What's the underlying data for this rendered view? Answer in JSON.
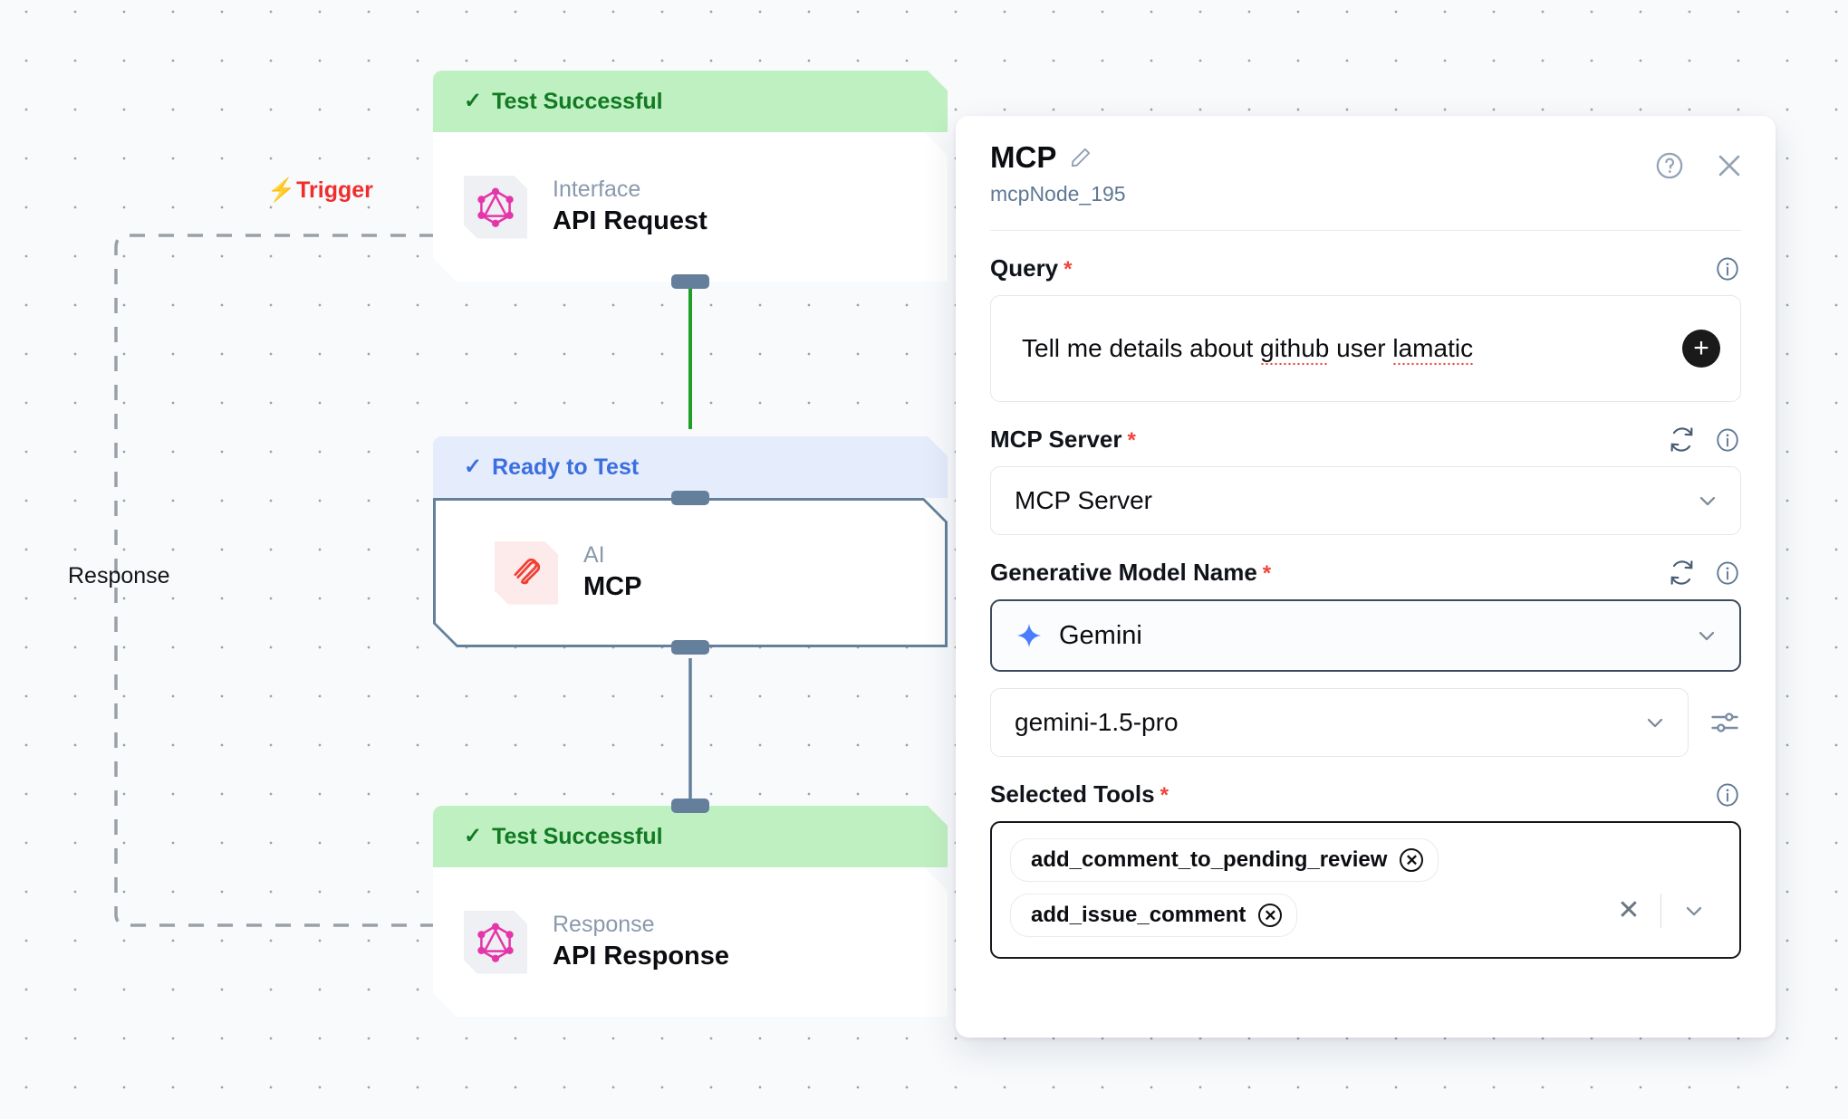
{
  "canvas": {
    "trigger_label": "Trigger",
    "trigger_icon": "lightning-bolt-icon",
    "response_label": "Response",
    "background_color": "#f8fafc",
    "dot_color": "#9aa3ae"
  },
  "nodes": [
    {
      "status": "Test Successful",
      "status_type": "success",
      "status_color": "#117a22",
      "status_bg": "#bff0c2",
      "kind": "Interface",
      "title": "API Request",
      "icon": "graphql-icon",
      "icon_color": "#e535ab"
    },
    {
      "status": "Ready to Test",
      "status_type": "ready",
      "status_color": "#3b6fe0",
      "status_bg": "#e5ecfb",
      "kind": "AI",
      "title": "MCP",
      "icon": "mcp-paperclip-icon",
      "icon_color": "#ef4036"
    },
    {
      "status": "Test Successful",
      "status_type": "success",
      "status_color": "#117a22",
      "status_bg": "#bff0c2",
      "kind": "Response",
      "title": "API Response",
      "icon": "graphql-icon",
      "icon_color": "#e535ab"
    }
  ],
  "edges": [
    {
      "from": "API Request",
      "to": "MCP",
      "color": "#1f9e28"
    },
    {
      "from": "MCP",
      "to": "API Response",
      "color": "#64809c"
    }
  ],
  "panel": {
    "title": "MCP",
    "edit_icon": "pencil-icon",
    "subtitle": "mcpNode_195",
    "help_icon": "help-circle-icon",
    "close_icon": "close-icon",
    "fields": {
      "query": {
        "label": "Query",
        "required": "*",
        "info_icon": "info-circle-icon",
        "value": "Tell me details about github user lamatic",
        "spellcheck_words": [
          "github",
          "lamatic"
        ],
        "add_button": "+"
      },
      "mcp_server": {
        "label": "MCP Server",
        "required": "*",
        "refresh_icon": "refresh-icon",
        "info_icon": "info-circle-icon",
        "value": "MCP Server",
        "chevron_icon": "chevron-down-icon"
      },
      "generative_model_name": {
        "label": "Generative Model Name",
        "required": "*",
        "refresh_icon": "refresh-icon",
        "info_icon": "info-circle-icon",
        "provider": "Gemini",
        "provider_icon": "gemini-sparkle-icon",
        "provider_chevron": "chevron-down-icon",
        "model": "gemini-1.5-pro",
        "model_chevron": "chevron-down-icon",
        "settings_icon": "sliders-icon"
      },
      "selected_tools": {
        "label": "Selected Tools",
        "required": "*",
        "info_icon": "info-circle-icon",
        "chips": [
          {
            "label": "add_comment_to_pending_review",
            "remove_icon": "remove-chip-icon"
          },
          {
            "label": "add_issue_comment",
            "remove_icon": "remove-chip-icon"
          }
        ],
        "clear_icon": "clear-all-icon",
        "chevron_icon": "chevron-down-icon"
      }
    }
  }
}
